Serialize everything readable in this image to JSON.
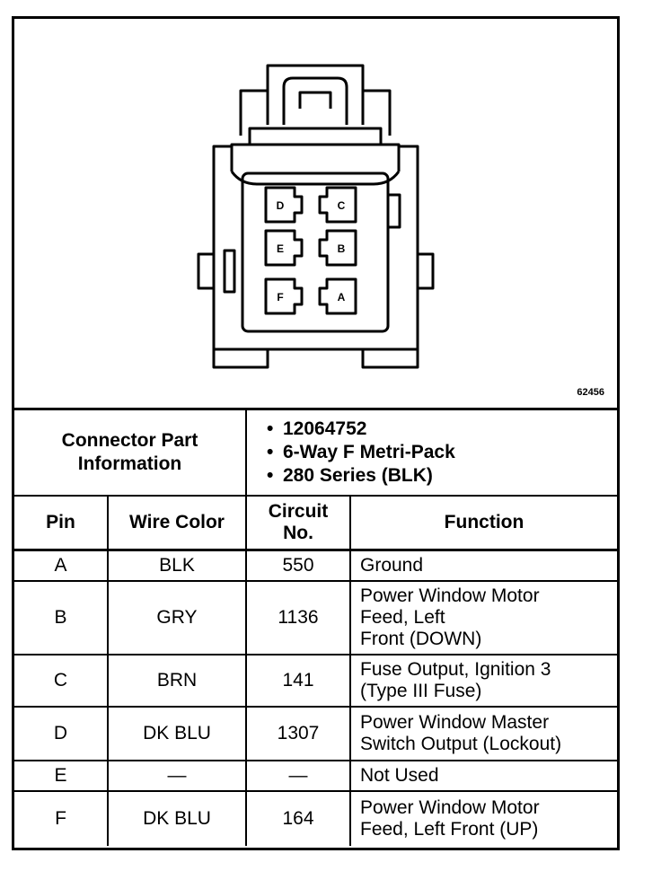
{
  "figure_number": "62456",
  "pin_labels": [
    "D",
    "C",
    "E",
    "B",
    "F",
    "A"
  ],
  "part_info": {
    "label_line1": "Connector Part",
    "label_line2": "Information",
    "items": [
      "12064752",
      "6-Way F Metri-Pack",
      "280 Series (BLK)"
    ]
  },
  "headers": {
    "pin": "Pin",
    "wire_color": "Wire Color",
    "circuit_line1": "Circuit",
    "circuit_line2": "No.",
    "function": "Function"
  },
  "rows": [
    {
      "pin": "A",
      "wire_color": "BLK",
      "circuit": "550",
      "function": [
        "Ground"
      ]
    },
    {
      "pin": "B",
      "wire_color": "GRY",
      "circuit": "1136",
      "function": [
        "Power Window Motor",
        "Feed, Left",
        "Front (DOWN)"
      ]
    },
    {
      "pin": "C",
      "wire_color": "BRN",
      "circuit": "141",
      "function": [
        "Fuse Output, Ignition 3",
        "(Type III Fuse)"
      ]
    },
    {
      "pin": "D",
      "wire_color": "DK BLU",
      "circuit": "1307",
      "function": [
        "Power Window Master",
        "Switch Output (Lockout)"
      ]
    },
    {
      "pin": "E",
      "wire_color": "—",
      "circuit": "—",
      "function": [
        "Not Used"
      ]
    },
    {
      "pin": "F",
      "wire_color": "DK BLU",
      "circuit": "164",
      "function": [
        "Power Window Motor",
        "Feed, Left Front (UP)"
      ]
    }
  ]
}
